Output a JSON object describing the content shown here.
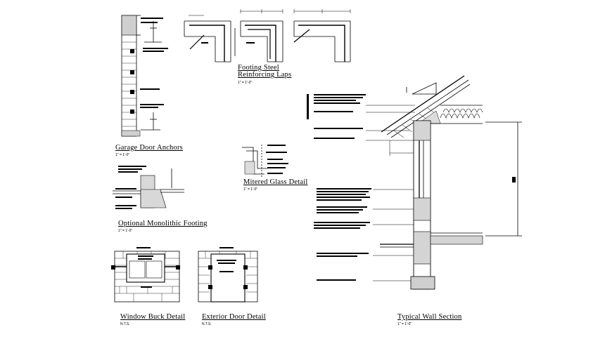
{
  "details": {
    "garage_door_anchors": {
      "title": "Garage Door Anchors",
      "scale": "1\" = 1'-0\""
    },
    "footing_steel": {
      "title_line1": "Footing Steel",
      "title_line2": "Reinforcing Laps",
      "scale": "1\" = 1'-0\""
    },
    "mitered_glass": {
      "title": "Mitered Glass Detail",
      "scale": "1\" = 1'-0\""
    },
    "monolithic_footing": {
      "title": "Optional Monolithic Footing",
      "scale": "1\" = 1'-0\""
    },
    "window_buck": {
      "title": "Window Buck Detail",
      "scale": "N.T.S."
    },
    "exterior_door": {
      "title": "Exterior Door Detail",
      "scale": "N.T.S."
    },
    "typical_wall": {
      "title": "Typical Wall Section",
      "scale": "1\" = 1'-0\""
    }
  },
  "colors": {
    "ink": "#000000",
    "paper": "#ffffff"
  }
}
